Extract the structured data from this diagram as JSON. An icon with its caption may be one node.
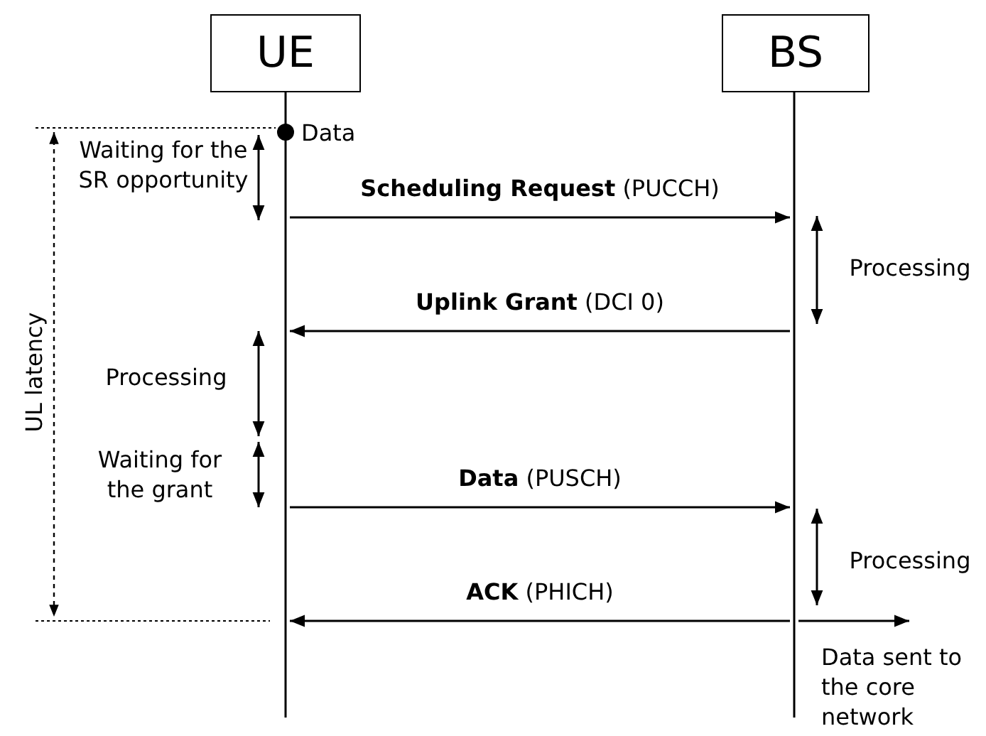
{
  "diagram": {
    "nodes": [
      {
        "text": [
          "UE"
        ]
      },
      {
        "text": [
          "BS"
        ]
      },
      {
        "text": [
          "Data sent to the core network"
        ]
      }
    ],
    "edges": [
      {
        "from": 0,
        "to": 1,
        "arrow": "to",
        "label": "**Scheduling Request** (PUCCH)"
      },
      {
        "from": 1,
        "to": 0,
        "arrow": "to",
        "label": "**Uplink Grant** (DCI 0)"
      },
      {
        "from": 0,
        "to": 1,
        "arrow": "to",
        "label": "**Data** (PUSCH)"
      },
      {
        "from": 1,
        "to": 0,
        "arrow": "to",
        "label": "**ACK** (PHICH)"
      },
      {
        "from": 1,
        "to": 2,
        "arrow": "to"
      }
    ],
    "labels": [
      "Data",
      "Waiting for the SR opportunity",
      "Processing",
      "Processing",
      "Waiting for the grant",
      "Processing",
      "UL latency"
    ]
  }
}
